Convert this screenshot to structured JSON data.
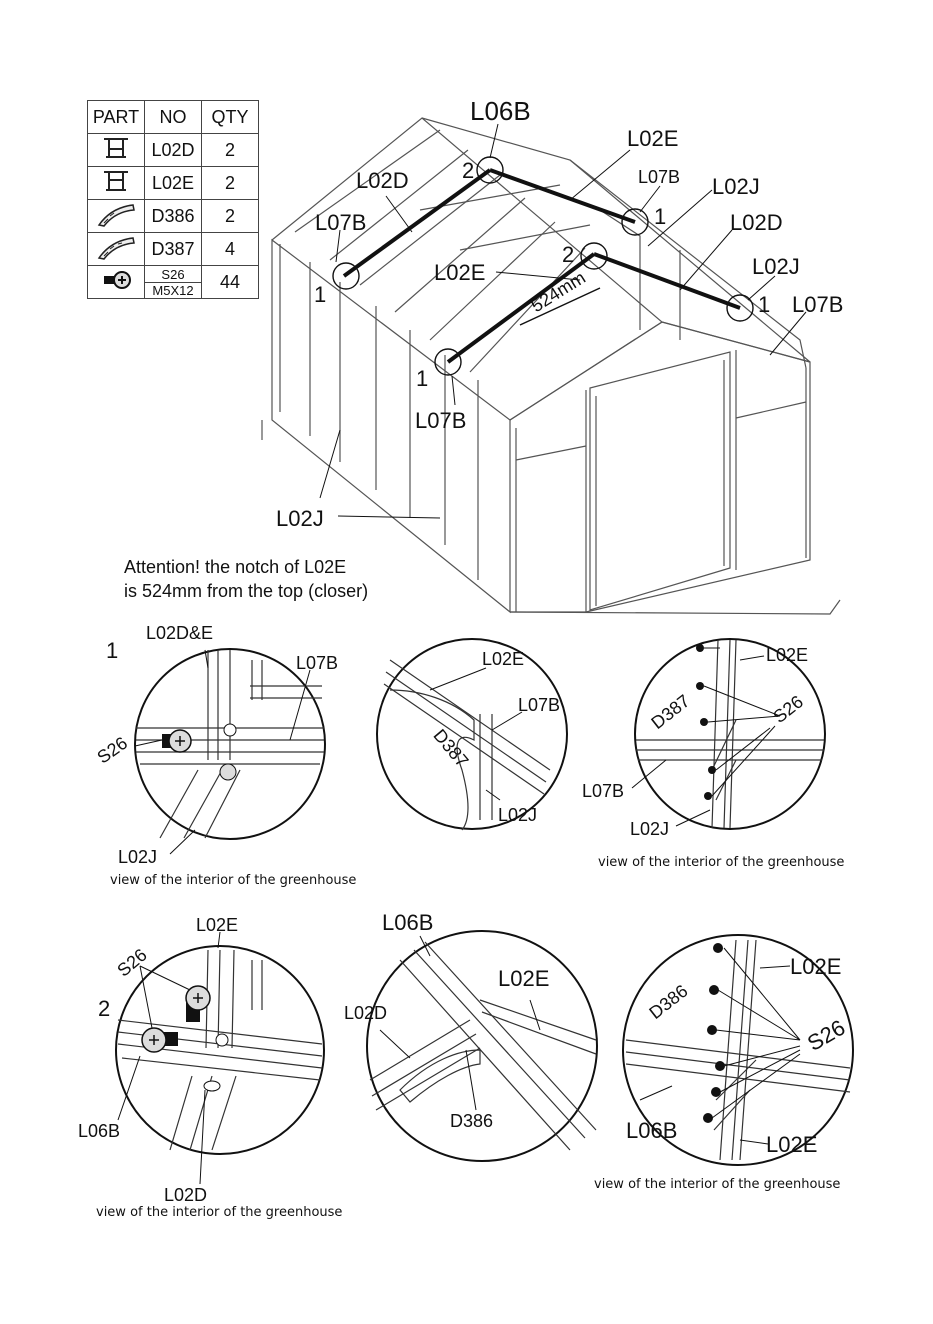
{
  "parts_table": {
    "headers": [
      "PART",
      "NO",
      "QTY"
    ],
    "rows": [
      {
        "icon": "channel-profile-icon",
        "no": "L02D",
        "qty": "2"
      },
      {
        "icon": "channel-profile-icon",
        "no": "L02E",
        "qty": "2"
      },
      {
        "icon": "bracket-icon",
        "no": "D386",
        "qty": "2"
      },
      {
        "icon": "bracket-icon",
        "no": "D387",
        "qty": "4"
      },
      {
        "icon": "screw-icon",
        "no_top": "S26",
        "no_bottom": "M5X12",
        "qty": "44"
      }
    ]
  },
  "main_diagram": {
    "labels": {
      "l06b": "L06B",
      "l02e_top": "L02E",
      "l07b_top": "L07B",
      "l02j_top": "L02J",
      "l02d_left": "L02D",
      "l02d_right": "L02D",
      "l07b_left": "L07B",
      "l02e_mid": "L02E",
      "l02j_right": "L02J",
      "l07b_right": "L07B",
      "l07b_bottom": "L07B",
      "l02j_bottom": "L02J",
      "dim": "524mm",
      "n2a": "2",
      "n2b": "2",
      "n1a": "1",
      "n1b": "1",
      "n1c": "1",
      "n1d": "1"
    },
    "attention_line1": "Attention! the notch of L02E",
    "attention_line2": "is 524mm from the top (closer)"
  },
  "detail_1": {
    "step": "1",
    "a": {
      "l02de": "L02D&E",
      "l07b": "L07B",
      "s26": "S26",
      "l02j": "L02J",
      "caption": "view of the interior of the greenhouse"
    },
    "b": {
      "l02e": "L02E",
      "l07b": "L07B",
      "d387": "D387",
      "l02j": "L02J"
    },
    "c": {
      "l02e": "L02E",
      "d387": "D387",
      "s26": "S26",
      "l07b": "L07B",
      "l02j": "L02J",
      "caption": "view of the interior of the greenhouse"
    }
  },
  "detail_2": {
    "step": "2",
    "a": {
      "l02e": "L02E",
      "s26": "S26",
      "l06b": "L06B",
      "l02d": "L02D",
      "caption": "view of the interior of the greenhouse"
    },
    "b": {
      "l06b": "L06B",
      "l02e": "L02E",
      "l02d": "L02D",
      "d386": "D386"
    },
    "c": {
      "l02e_top": "L02E",
      "d386": "D386",
      "s26": "S26",
      "l06b": "L06B",
      "l02e_bottom": "L02E",
      "caption": "view of the interior of the greenhouse"
    }
  }
}
